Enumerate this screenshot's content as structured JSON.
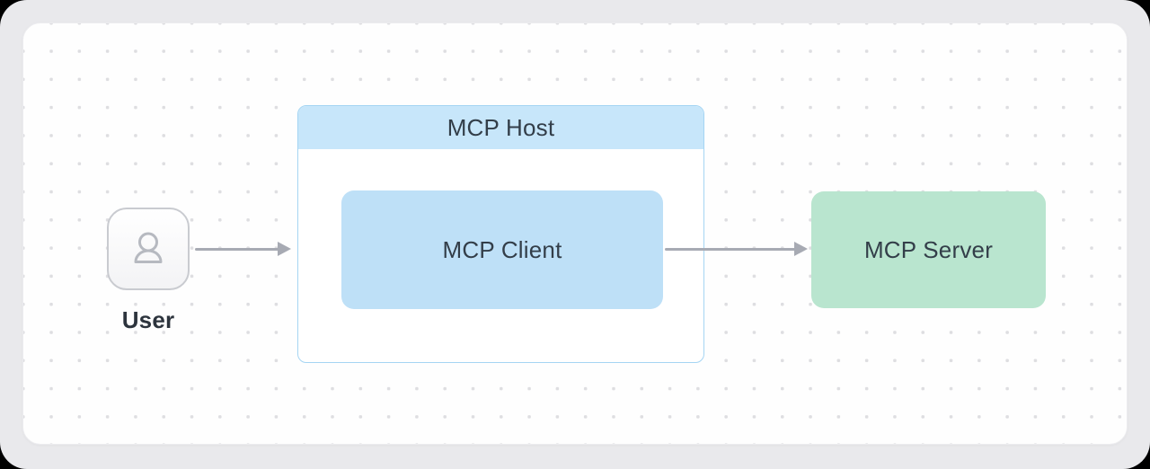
{
  "diagram": {
    "user": {
      "label": "User"
    },
    "host": {
      "title": "MCP Host",
      "client": {
        "label": "MCP Client"
      }
    },
    "server": {
      "label": "MCP Server"
    },
    "connections": [
      {
        "from": "user",
        "to": "mcp-host"
      },
      {
        "from": "mcp-client",
        "to": "mcp-server"
      }
    ]
  },
  "colors": {
    "window_bg": "#e9e9ec",
    "card_bg": "#fefefe",
    "dot": "#dedee1",
    "host_header": "#c7e6fa",
    "host_border": "#a5d5f3",
    "client_fill": "#bee0f7",
    "server_fill": "#b9e5cf",
    "arrow": "#a7aab3",
    "text_dark": "#333e49",
    "user_label": "#2d343d",
    "user_border": "#c9cbd0",
    "user_icon": "#b6b9c0"
  }
}
